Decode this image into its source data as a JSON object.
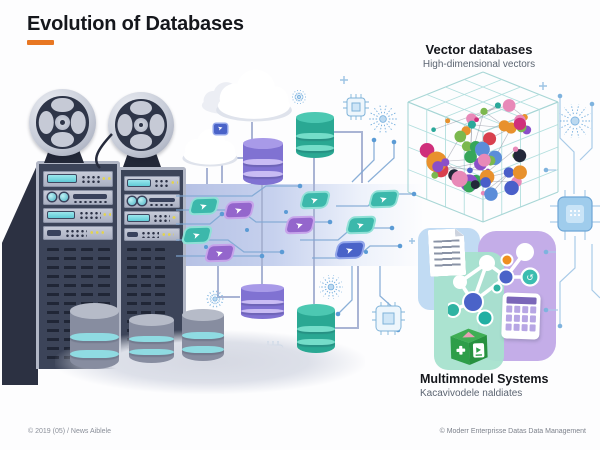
{
  "header": {
    "title": "Evolution of Databases"
  },
  "sections": {
    "vector": {
      "title": "Vector databases",
      "subtitle": "High-dimensional vectors"
    },
    "multimodel": {
      "title": "Multimnodel Systems",
      "subtitle": "Kacavivodele naldiates"
    }
  },
  "footer": {
    "left": "© 2019 (05) / News Aiblele",
    "right": "© Moderr Enterprisse Datas Data Management"
  },
  "icons": {
    "chip_arrow": "➤"
  },
  "colors": {
    "accent_orange": "#e87722",
    "teal": "#3cb8ab",
    "purple": "#9466cc",
    "blue": "#4a63c8",
    "circuit_blue": "#8fb8dd"
  },
  "illustration": {
    "sphere_count": 56,
    "sphere_link_count": 46,
    "sphere_palette": [
      "#d8404e",
      "#4a5fc9",
      "#36a65a",
      "#8a4fc9",
      "#e889b8",
      "#2aa89a",
      "#e8912d",
      "#23283a",
      "#cf2f7b",
      "#5b8dd9",
      "#7bb84e"
    ]
  }
}
